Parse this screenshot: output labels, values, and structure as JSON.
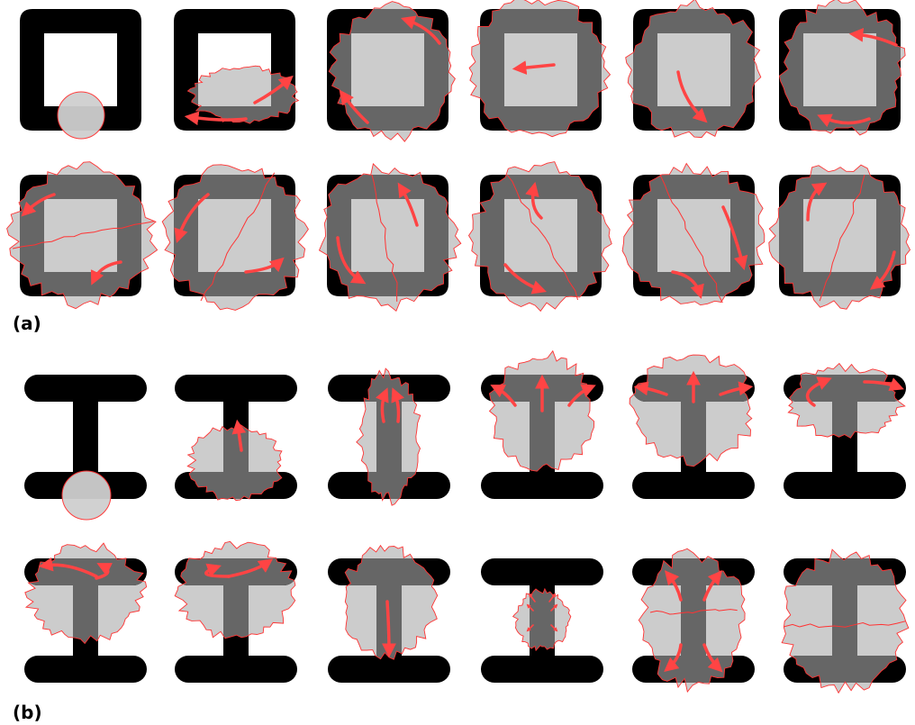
{
  "figure": {
    "panels": [
      {
        "label": "(a)",
        "shape": "square-ring",
        "frame_count": 12
      },
      {
        "label": "(b)",
        "shape": "i-beam",
        "frame_count": 12
      }
    ]
  },
  "colors": {
    "background": "#ffffff",
    "solid": "#000000",
    "filled_solid": "#666666",
    "filled_void": "#cccccc",
    "front_outline": "#ff3333",
    "flow_arrow": "#ff4444"
  },
  "icons": {
    "arrow": "curved-red-arrow",
    "front": "red-irregular-outline"
  }
}
